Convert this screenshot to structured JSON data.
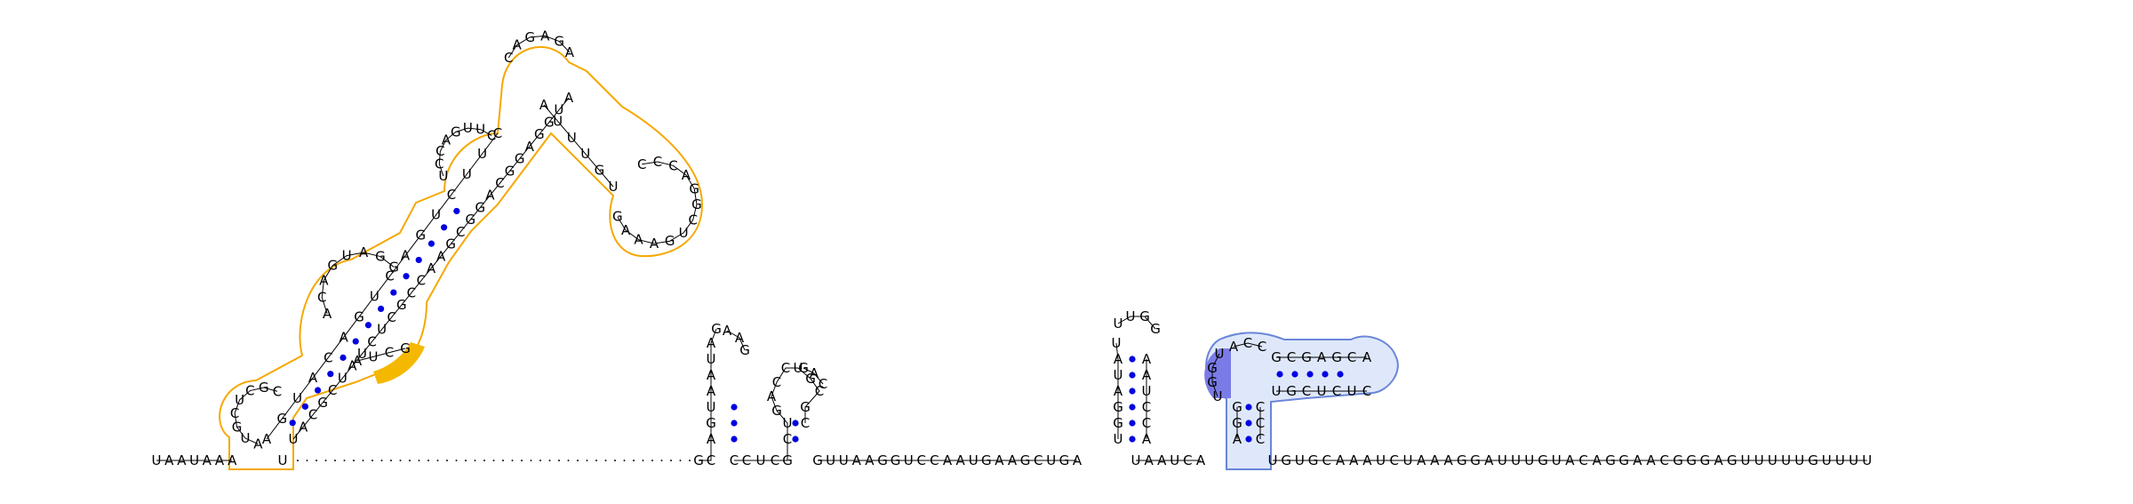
{
  "colors": {
    "background": "#ffffff",
    "base_text": "#000000",
    "backbone": "#000000",
    "base_pair_dot": "#0000e0",
    "highlight_orange_outline": "#f5a800",
    "highlight_orange_fill": "#ffffff",
    "highlight_orange_solid": "#f5b800",
    "highlight_blue_outline": "#6a86d8",
    "highlight_blue_fill": "#dfe8fb",
    "highlight_blue_solid": "#7b7be8"
  },
  "sequence": {
    "leader": [
      "U",
      "A",
      "A",
      "U",
      "A",
      "A",
      "A"
    ],
    "after_helix1": [
      "U"
    ],
    "dotted_gap_label": ".",
    "between_hp2_hp3": [
      "G",
      "U",
      "U",
      "A",
      "A",
      "G",
      "G",
      "U",
      "C",
      "C",
      "A",
      "A",
      "U",
      "G",
      "A",
      "A",
      "G",
      "C",
      "U",
      "G",
      "A"
    ],
    "between_hp3_hp4": [
      "U",
      "A",
      "A",
      "U",
      "C",
      "A"
    ],
    "trailer": [
      "U",
      "G",
      "U",
      "G",
      "C",
      "A",
      "A",
      "A",
      "U",
      "C",
      "U",
      "A",
      "A",
      "A",
      "G",
      "G",
      "A",
      "U",
      "U",
      "U",
      "G",
      "U",
      "A",
      "C",
      "A",
      "G",
      "G",
      "A",
      "A",
      "C",
      "G",
      "G",
      "G",
      "A",
      "G",
      "U",
      "U",
      "U",
      "U",
      "U",
      "G",
      "U",
      "U",
      "U",
      "U"
    ]
  },
  "structure_1": {
    "helix_left": [
      "A",
      "G",
      "U",
      "A",
      "C",
      "A",
      "G",
      "U",
      "C",
      "A",
      "G",
      "U",
      "C",
      "U",
      "U",
      "C"
    ],
    "loop_a": [
      "A",
      "U",
      "G",
      "C",
      "U",
      "C",
      "G",
      "C"
    ],
    "loop_b": [
      "A",
      "C",
      "A",
      "G",
      "U",
      "A",
      "G",
      "G"
    ],
    "loop_c": [
      "U",
      "C",
      "C",
      "A",
      "G",
      "U",
      "U",
      "C"
    ],
    "apical_loop": [
      "C",
      "A",
      "G",
      "A",
      "G",
      "A"
    ],
    "right_branch": [
      "A",
      "U",
      "U",
      "U",
      "G",
      "U"
    ],
    "terminal_loop": [
      "C",
      "C",
      "C",
      "A",
      "G",
      "G",
      "C",
      "U",
      "G",
      "A",
      "A",
      "A",
      "G"
    ],
    "helix_right": [
      "A",
      "U",
      "G",
      "G",
      "A",
      "G",
      "G",
      "C",
      "A",
      "G",
      "G",
      "C",
      "G",
      "A",
      "A",
      "C",
      "C",
      "G",
      "C",
      "U",
      "C",
      "U",
      "A",
      "U",
      "C",
      "G",
      "C",
      "A",
      "U"
    ],
    "inner_strand": [
      "A",
      "U",
      "C",
      "G"
    ]
  },
  "structure_2": {
    "stem_left": [
      "G",
      "C",
      "A",
      "G",
      "U",
      "A",
      "A",
      "U",
      "A",
      "G"
    ],
    "stem_right": [
      "C",
      "C",
      "U",
      "C",
      "G",
      "C",
      "U",
      "G",
      "A",
      "C",
      "C",
      "U",
      "G",
      "C",
      "G",
      "C"
    ],
    "upper_loop": [
      "A",
      "A",
      "G"
    ],
    "right_loop": [
      "G",
      "A",
      "C"
    ]
  },
  "structure_3": {
    "stem_left": [
      "U",
      "G",
      "G",
      "A",
      "U",
      "A",
      "U"
    ],
    "loop": [
      "U",
      "U",
      "G",
      "G"
    ],
    "stem_right": [
      "A",
      "A",
      "U",
      "C",
      "C",
      "A"
    ]
  },
  "structure_4": {
    "stem_left": [
      "A",
      "G",
      "G"
    ],
    "stem_right": [
      "C",
      "C",
      "C"
    ],
    "loop_left": [
      "U",
      "G",
      "G",
      "U"
    ],
    "loop_top": [
      "A",
      "C",
      "C"
    ],
    "helix_top": [
      "G",
      "C",
      "G",
      "A",
      "G",
      "C",
      "A"
    ],
    "helix_bottom": [
      "U",
      "G",
      "C",
      "U",
      "C",
      "U",
      "C"
    ]
  }
}
